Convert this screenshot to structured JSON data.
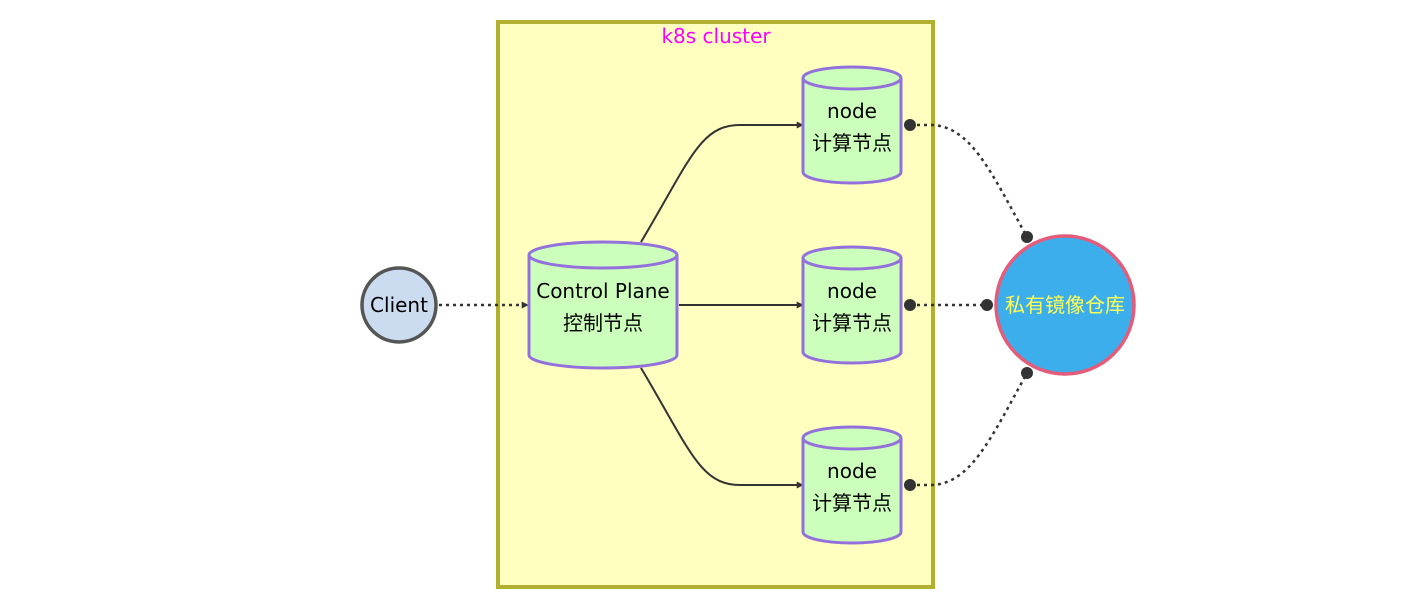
{
  "cluster": {
    "title": "k8s cluster"
  },
  "client": {
    "label": "Client"
  },
  "control_plane": {
    "line1": "Control Plane",
    "line2": "控制节点"
  },
  "nodes": [
    {
      "line1": "node",
      "line2": "计算节点"
    },
    {
      "line1": "node",
      "line2": "计算节点"
    },
    {
      "line1": "node",
      "line2": "计算节点"
    }
  ],
  "registry": {
    "label": "私有镜像仓库"
  },
  "colors": {
    "cluster_fill": "#ffffc0",
    "cluster_border": "#b2b030",
    "cluster_title": "#ff00ff",
    "cylinder_fill": "#ccffbb",
    "cylinder_border": "#9370db",
    "client_fill": "#ccdcf0",
    "client_border": "#555555",
    "registry_fill": "#3daeec",
    "registry_border": "#e55c7a",
    "registry_text": "#ffff55",
    "edge": "#333333"
  }
}
